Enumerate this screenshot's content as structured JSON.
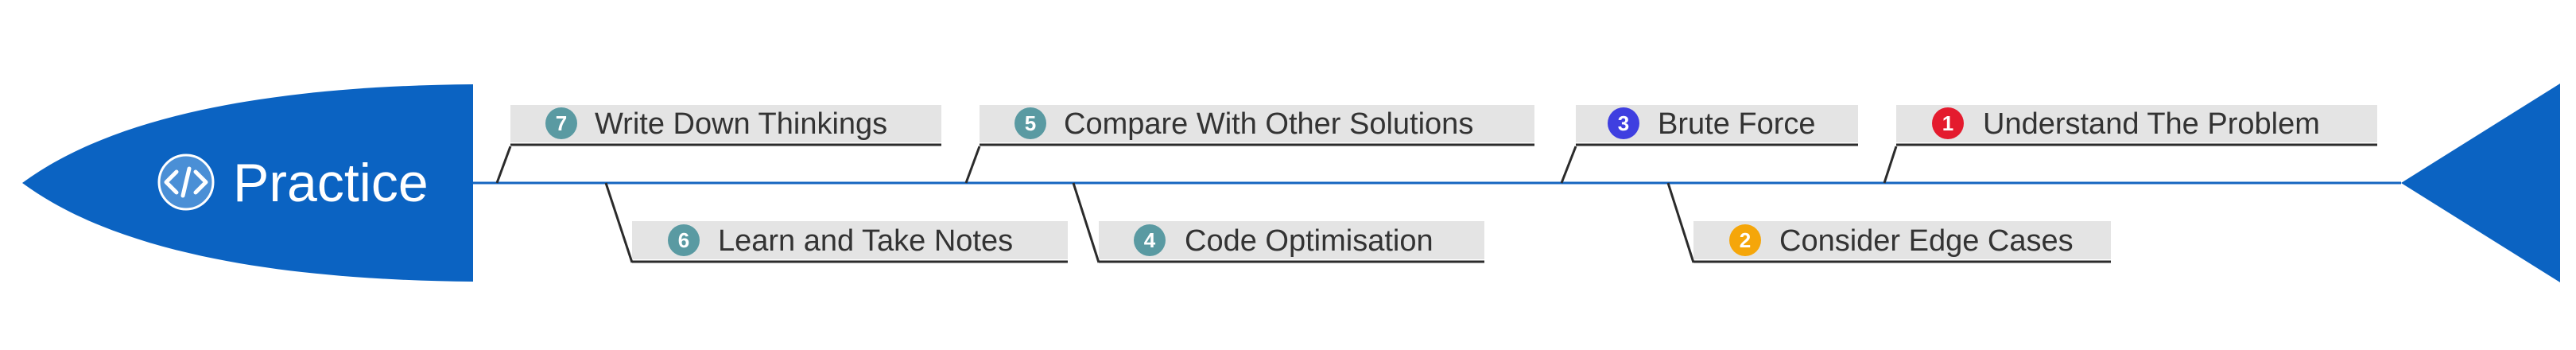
{
  "diagram": {
    "type": "fishbone",
    "title": "Practice",
    "title_icon": "code-icon",
    "colors": {
      "spine": "#1565C0",
      "head": "#0B63C2",
      "label_bg": "#E4E4E4",
      "bone": "#2B2B2B",
      "text": "#333333"
    },
    "items": [
      {
        "number": "1",
        "label": "Understand The Problem",
        "position": "top",
        "color": "#E41B2E"
      },
      {
        "number": "2",
        "label": "Consider Edge Cases",
        "position": "bottom",
        "color": "#F5A60A"
      },
      {
        "number": "3",
        "label": "Brute Force",
        "position": "top",
        "color": "#3F3FE0"
      },
      {
        "number": "4",
        "label": "Code Optimisation",
        "position": "bottom",
        "color": "#5A9AA2"
      },
      {
        "number": "5",
        "label": "Compare With Other Solutions",
        "position": "top",
        "color": "#5A9AA2"
      },
      {
        "number": "6",
        "label": "Learn and Take Notes",
        "position": "bottom",
        "color": "#5A9AA2"
      },
      {
        "number": "7",
        "label": "Write Down Thinkings",
        "position": "top",
        "color": "#5A9AA2"
      }
    ]
  }
}
